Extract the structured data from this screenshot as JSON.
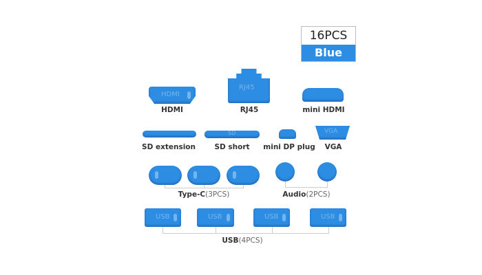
{
  "badge": {
    "count": "16PCS",
    "color": "Blue"
  },
  "accent": "#2d8de3",
  "items": {
    "hdmi": "HDMI",
    "rj45": "RJ45",
    "mini_hdmi": "mini HDMI",
    "sd_extension": "SD extension",
    "sd_short": "SD short",
    "mini_dp": "mini DP plug",
    "vga": "VGA"
  },
  "groups": {
    "typec": {
      "name": "Type-C",
      "qty": "(3PCS)"
    },
    "audio": {
      "name": "Audio",
      "qty": "(2PCS)"
    },
    "usb": {
      "name": "USB",
      "qty": "(4PCS)"
    }
  },
  "embossed": {
    "hdmi": "HDMI",
    "rj45": "RJ45",
    "sd": "SD",
    "vga": "VGA",
    "usb": "USB"
  }
}
